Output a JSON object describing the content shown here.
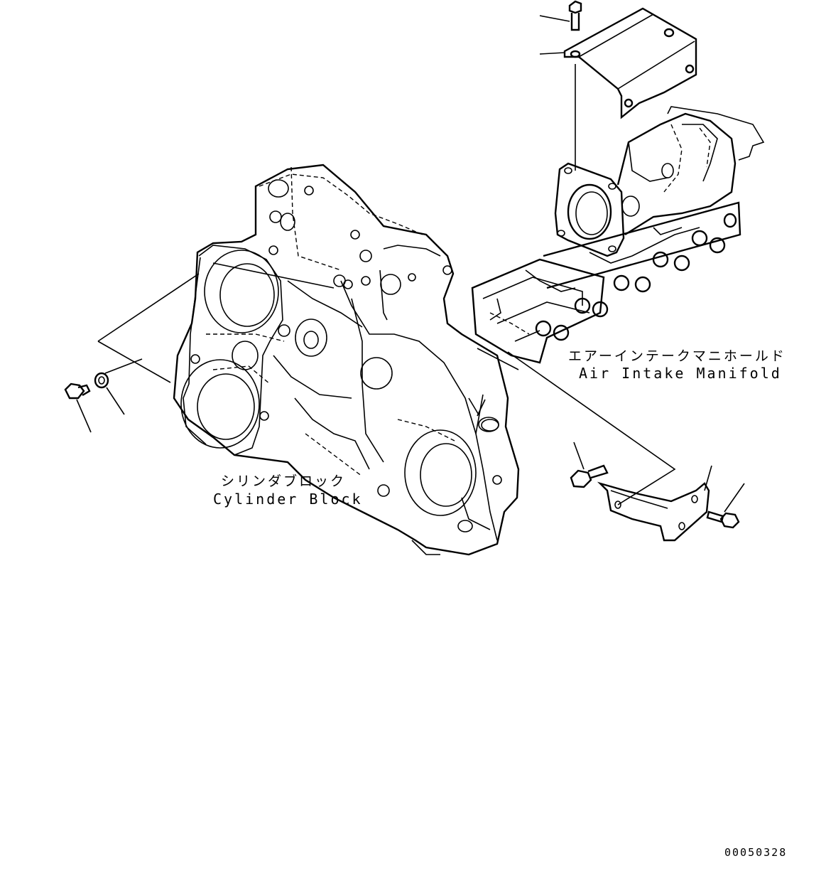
{
  "labels": {
    "cylinder_block_jp": "シリンダブロック",
    "cylinder_block_en": "Cylinder Block",
    "manifold_jp": "エアーインテークマニホールド",
    "manifold_en": "Air Intake Manifold",
    "drawing_number": "00050328"
  },
  "colors": {
    "line": "#000000",
    "background": "#ffffff"
  }
}
